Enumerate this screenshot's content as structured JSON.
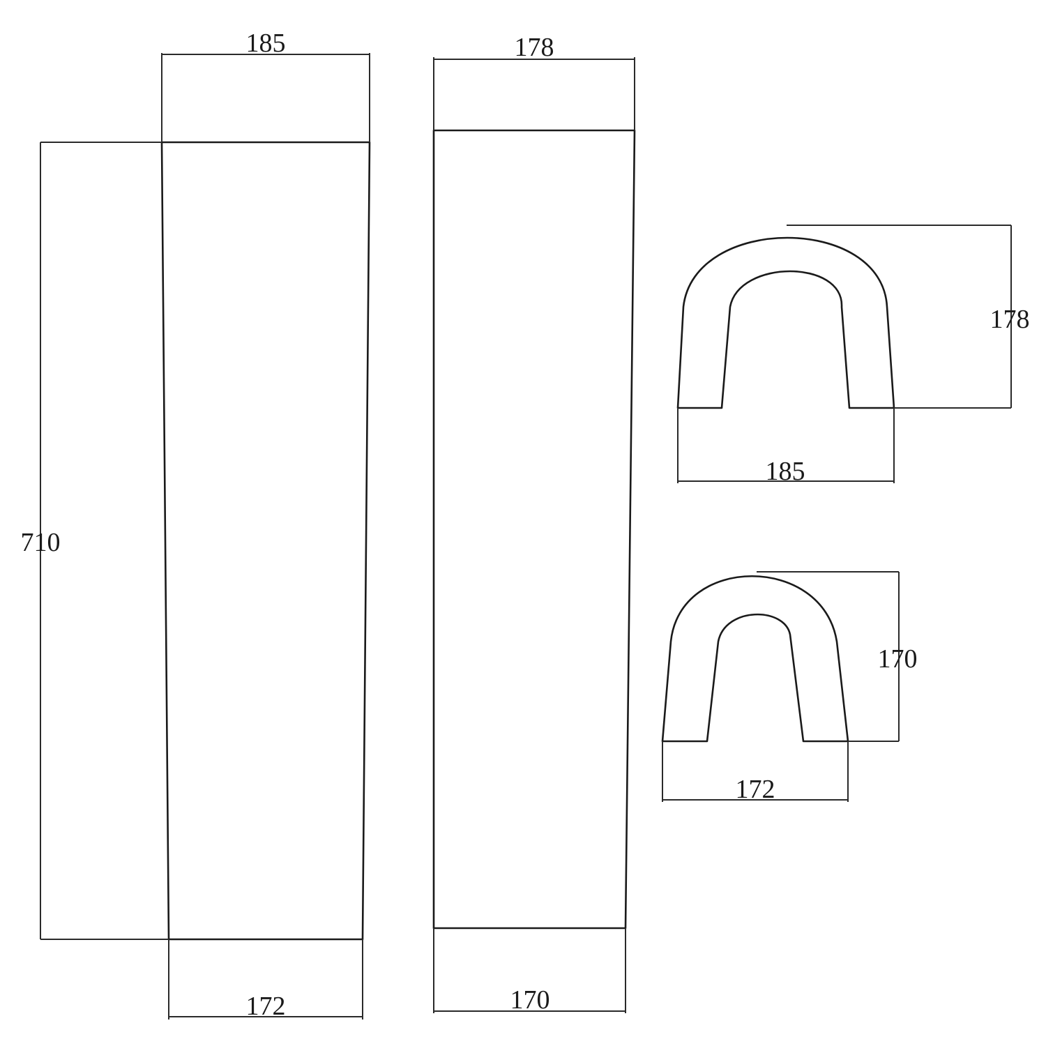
{
  "drawing": {
    "front_view": {
      "top_width": "185",
      "bottom_width": "172",
      "height": "710"
    },
    "side_view": {
      "top_width": "178",
      "bottom_width": "170"
    },
    "top_section": {
      "depth": "178",
      "width": "185"
    },
    "bottom_section": {
      "depth": "170",
      "width": "172"
    },
    "colors": {
      "line": "#1a1a1a",
      "background": "#ffffff"
    }
  }
}
